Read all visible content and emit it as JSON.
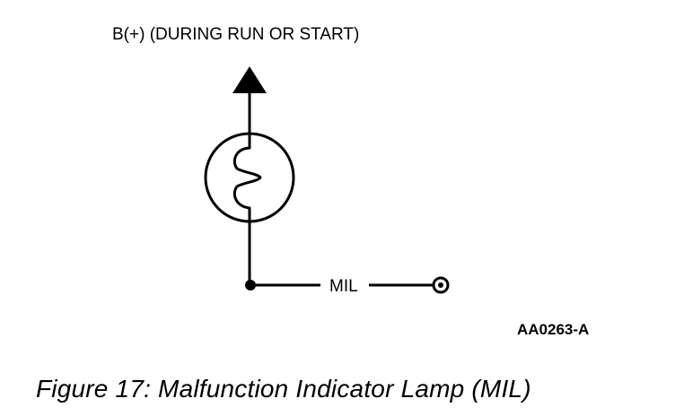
{
  "diagram": {
    "supply_label": "B(+) (DURING RUN OR START)",
    "mil_label": "MIL",
    "figure_code": "AA0263-A",
    "line_color": "#000000",
    "background_color": "#ffffff"
  },
  "caption": {
    "text": "Figure 17: Malfunction Indicator Lamp (MIL)"
  }
}
